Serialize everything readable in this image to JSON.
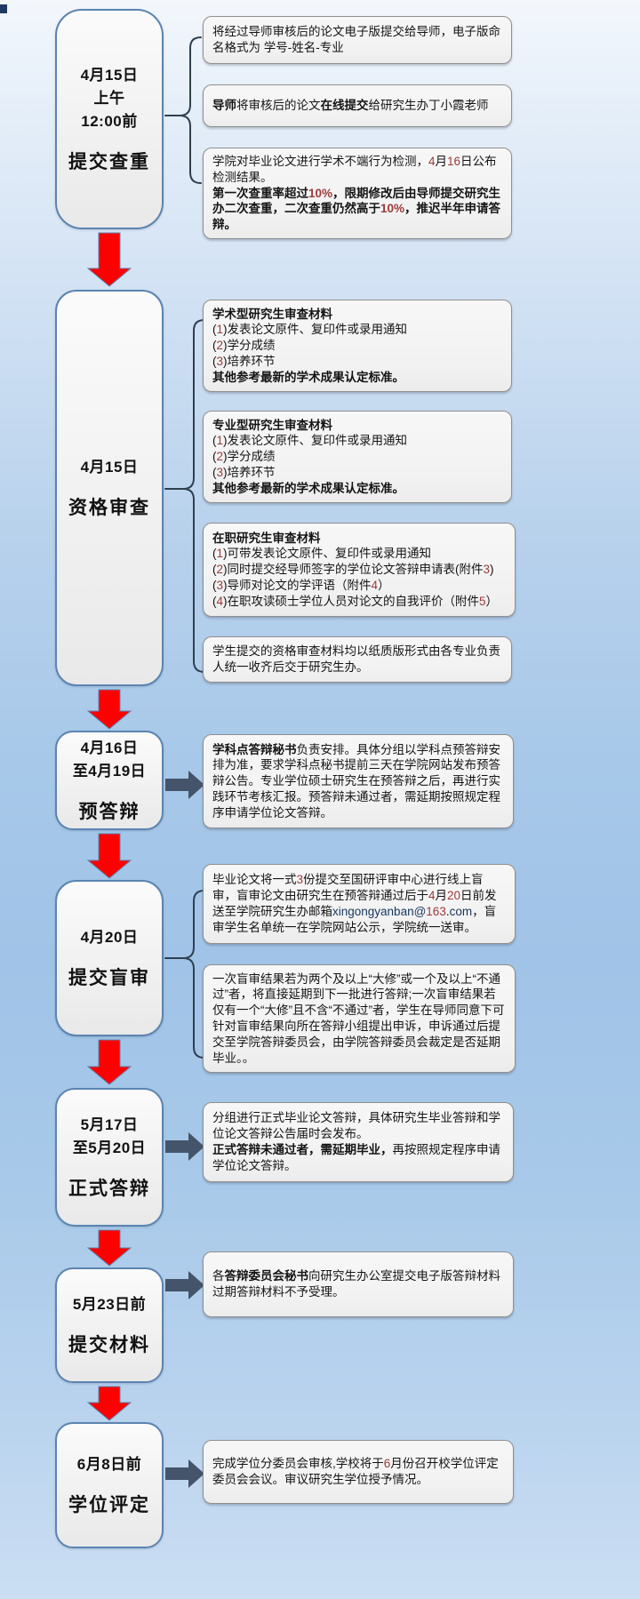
{
  "colors": {
    "background_blue": "#a7c8e9",
    "down_arrow_red": "#fe0000",
    "down_arrow_outline": "#5b84b1",
    "block_arrow_slate": "#44546a",
    "stage_box_border": "#5b84b1",
    "note_border": "#8f8f8f",
    "connector_line": "#2f3f50",
    "number_accent": "#9c3a38",
    "latin_accent": "#17375e"
  },
  "flowchart": {
    "stages": [
      {
        "id": "submit-plagiarism-check",
        "label_lines": [
          "4月15日",
          "上午",
          "12:00前",
          "",
          "提交查重"
        ],
        "connector": "brace",
        "notes": [
          [
            {
              "text": "将经过导师审核后的论文电子版提交给导师，电子版命名格式为 学号-姓名-专业"
            }
          ],
          [
            {
              "text": "导师",
              "bold": true
            },
            {
              "text": "将审核后的论文"
            },
            {
              "text": "在线提交",
              "bold": true
            },
            {
              "text": "给研究生办丁小霞老师"
            }
          ],
          [
            {
              "text": "学院对毕业论文进行学术不端行为检测，4月16日公布检测结果。\n"
            },
            {
              "text": "第一次查重率超过10%，限期修改后由导师提交研究生办二次查重，二次查重仍然高于10%，推迟半年申请答辩。",
              "bold": true
            }
          ]
        ]
      },
      {
        "id": "qualification-review",
        "label_lines": [
          "4月15日",
          "",
          "资格审查"
        ],
        "connector": "brace",
        "notes": [
          [
            {
              "text": "学术型研究生审查材料",
              "bold": true
            },
            {
              "text": "\n(1)发表论文原件、复印件或录用通知\n(2)学分成绩\n(3)培养环节\n"
            },
            {
              "text": "其他参考最新的学术成果认定标准。",
              "bold": true
            }
          ],
          [
            {
              "text": "专业型研究生审查材料",
              "bold": true
            },
            {
              "text": "\n(1)发表论文原件、复印件或录用通知\n(2)学分成绩\n(3)培养环节\n"
            },
            {
              "text": "其他参考最新的学术成果认定标准。",
              "bold": true
            }
          ],
          [
            {
              "text": "在职研究生审查材料",
              "bold": true
            },
            {
              "text": "\n(1)可带发表论文原件、复印件或录用通知\n(2)同时提交经导师签字的学位论文答辩申请表(附件3)\n(3)导师对论文的学评语（附件4）\n(4)在职攻读硕士学位人员对论文的自我评价（附件5）"
            }
          ],
          [
            {
              "text": "学生提交的资格审查材料均以纸质版形式由各专业负责人统一收齐后交于研究生办。"
            }
          ]
        ]
      },
      {
        "id": "pre-defense",
        "label_lines": [
          "4月16日",
          "至4月19日",
          "",
          "预答辩"
        ],
        "connector": "arrow",
        "notes": [
          [
            {
              "text": "学科点答辩秘书",
              "bold": true
            },
            {
              "text": "负责安排。具体分组以学科点预答辩安排为准，要求学科点秘书提前三天在学院网站发布预答辩公告。专业学位硕士研究生在预答辩之后，再进行实践环节考核汇报。预答辩未通过者，需延期按照规定程序申请学位论文答辩。"
            }
          ]
        ]
      },
      {
        "id": "submit-blind-review",
        "label_lines": [
          "4月20日",
          "",
          "提交盲审"
        ],
        "connector": "brace",
        "notes": [
          [
            {
              "text": "毕业论文将一式3份提交至国研评审中心进行线上盲审，盲审论文由研究生在预答辩通过后于4月20日前发送至学院研究生办邮箱xingongyanban@163.com，盲审学生名单统一在学院网站公示，学院统一送审。"
            }
          ],
          [
            {
              "text": "一次盲审结果若为两个及以上“大修”或一个及以上“不通过”者，将直接延期到下一批进行答辩;一次盲审结果若仅有一个“大修”且不含“不通过”者，学生在导师同意下可针对盲审结果向所在答辩小组提出申诉，申诉通过后提交至学院答辩委员会，由学院答辩委员会裁定是否延期毕业。。"
            }
          ]
        ]
      },
      {
        "id": "formal-defense",
        "label_lines": [
          "5月17日",
          "至5月20日",
          "",
          "正式答辩"
        ],
        "connector": "arrow",
        "notes": [
          [
            {
              "text": "分组进行正式毕业论文答辩，具体研究生毕业答辩和学位论文答辩公告届时会发布。\n"
            },
            {
              "text": "正式答辩未通过者，需延期毕业，",
              "bold": true
            },
            {
              "text": "再按照规定程序申请学位论文答辩。"
            }
          ]
        ]
      },
      {
        "id": "submit-materials",
        "label_lines": [
          "5月23日前",
          "",
          "提交材料"
        ],
        "connector": "arrow",
        "notes": [
          [
            {
              "text": "各"
            },
            {
              "text": "答辩委员会秘书",
              "bold": true
            },
            {
              "text": "向研究生办公室提交电子版答辩材料\n过期答辩材料不予受理。"
            }
          ]
        ]
      },
      {
        "id": "degree-evaluation",
        "label_lines": [
          "6月8日前",
          "",
          "学位评定"
        ],
        "connector": "arrow",
        "notes": [
          [
            {
              "text": "完成学位分委员会审核,学校将于6月份召开校学位评定委员会会议。审议研究生学位授予情况。"
            }
          ]
        ]
      }
    ]
  }
}
